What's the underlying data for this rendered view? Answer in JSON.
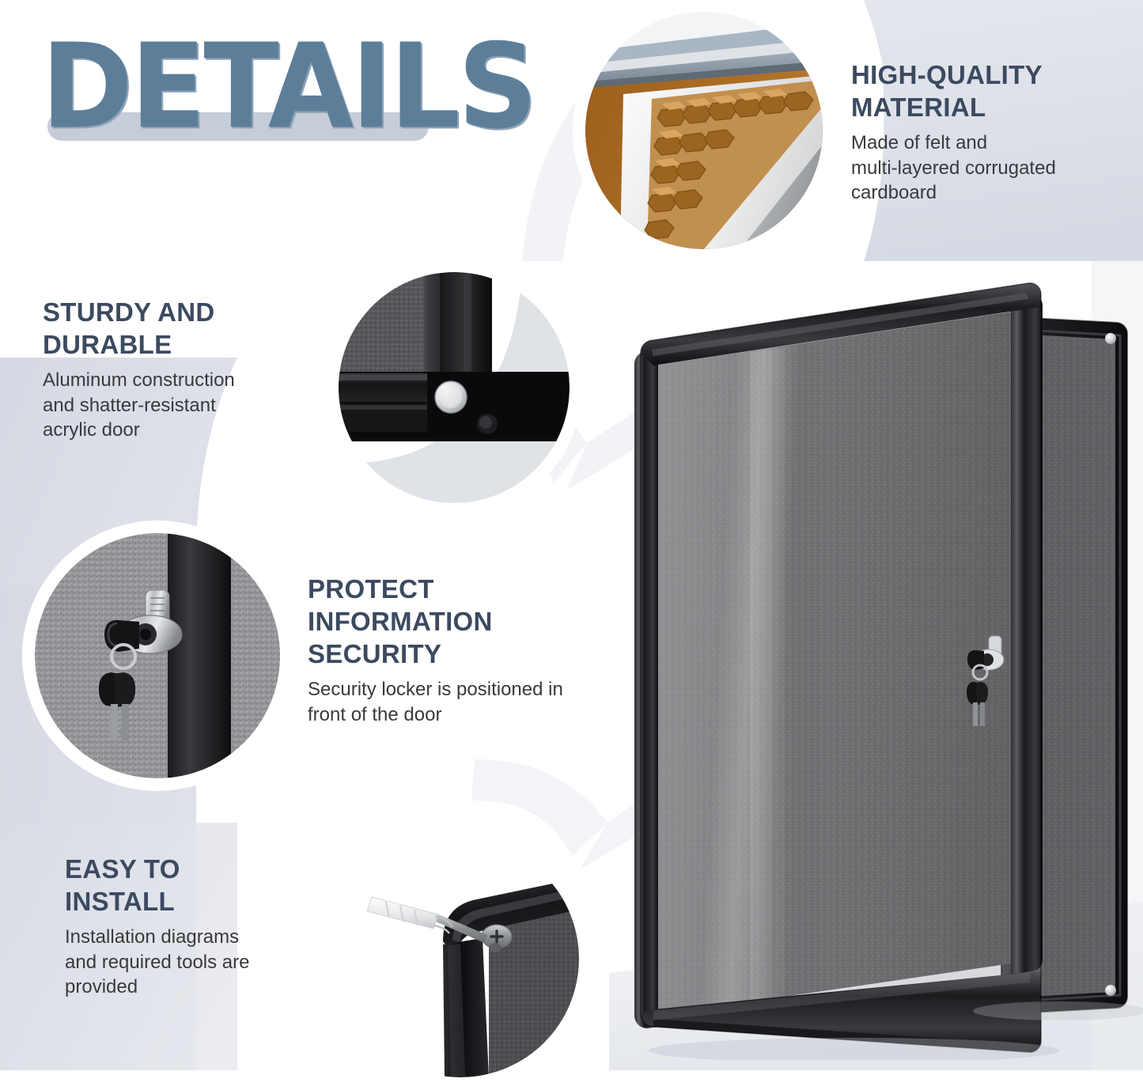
{
  "page": {
    "title": "DETAILS",
    "accent_title_color": "#5d7e99",
    "heading_color": "#3c4a60",
    "body_color": "#3a3a3c",
    "panel_color": "#dde0e7",
    "background_color": "#ffffff",
    "felt_color": "#6e6e70",
    "frame_color": "#1c1c1e"
  },
  "features": [
    {
      "id": "high-quality-material",
      "heading": "HIGH-QUALITY\nMATERIAL",
      "body": "Made of felt and\nmulti-layered corrugated\ncardboard",
      "icon": "corrugated-cardboard-cross-section-photo"
    },
    {
      "id": "sturdy-and-durable",
      "heading": "STURDY AND\nDURABLE",
      "body": "Aluminum construction\nand shatter-resistant\nacrylic door",
      "icon": "aluminum-frame-corner-photo"
    },
    {
      "id": "protect-information-security",
      "heading": "PROTECT\nINFORMATION\nSECURITY",
      "body": "Security locker is positioned in\nfront of the door",
      "icon": "cam-lock-with-keys-photo"
    },
    {
      "id": "easy-to-install",
      "heading": "EASY TO\nINSTALL",
      "body": "Installation diagrams\nand required tools are\nprovided",
      "icon": "wall-anchor-and-screw-photo"
    }
  ],
  "product": {
    "name": "lockable-felt-notice-board",
    "frame_material": "black aluminum",
    "door": "acrylic swing door (shown open)",
    "interior": "gray felt board",
    "lock": "cam lock with two keys"
  }
}
